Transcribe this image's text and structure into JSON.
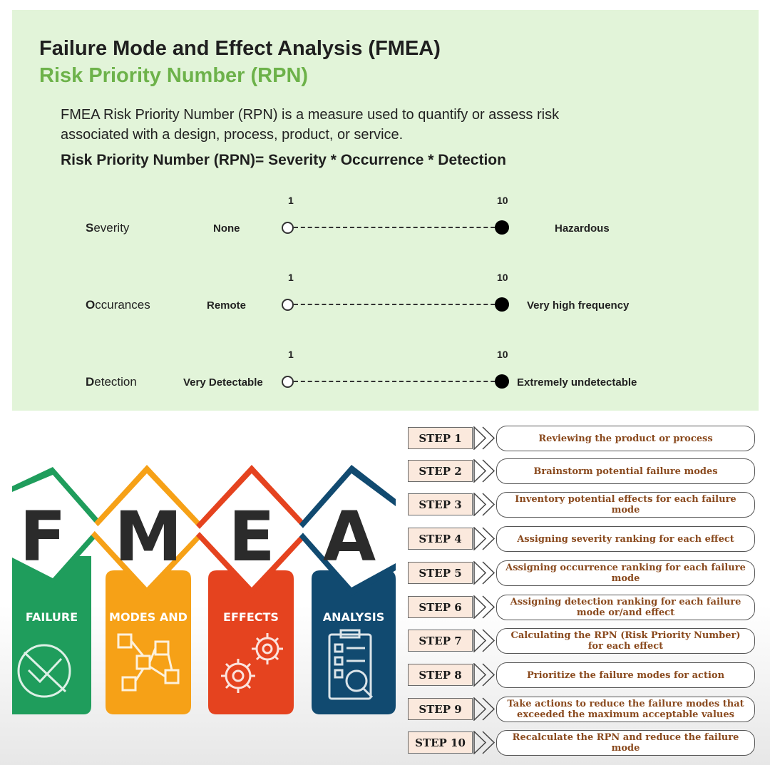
{
  "header": {
    "title": "Failure Mode and Effect Analysis (FMEA)",
    "subtitle": "Risk Priority Number (RPN)",
    "description_line1": "FMEA Risk Priority Number (RPN) is a measure used to quantify or assess risk",
    "description_line2": "associated with a design, process, product, or service.",
    "formula": "Risk Priority Number (RPN)= Severity * Occurrence * Detection"
  },
  "scales": [
    {
      "cap": "S",
      "rest": "everity",
      "low": "None",
      "high": "Hazardous",
      "min": "1",
      "max": "10"
    },
    {
      "cap": "O",
      "rest": "ccurances",
      "low": "Remote",
      "high": "Very high frequency",
      "min": "1",
      "max": "10"
    },
    {
      "cap": "D",
      "rest": "etection",
      "low": "Very Detectable",
      "high": "Extremely undetectable",
      "min": "1",
      "max": "10"
    }
  ],
  "logo": {
    "letters": [
      "F",
      "M",
      "E",
      "A"
    ],
    "words": [
      "FAILURE",
      "MODES AND",
      "EFFECTS",
      "ANALYSIS"
    ],
    "colors": {
      "green": "#1f9d5c",
      "orange": "#f6a117",
      "red": "#e5431f",
      "navy": "#114a70",
      "letter": "#2b2b2b"
    }
  },
  "steps": [
    {
      "label": "STEP 1",
      "text": "Reviewing the product or process"
    },
    {
      "label": "STEP 2",
      "text": "Brainstorm potential failure modes"
    },
    {
      "label": "STEP 3",
      "text": "Inventory potential effects for each failure mode"
    },
    {
      "label": "STEP 4",
      "text": "Assigning severity ranking for each effect"
    },
    {
      "label": "STEP 5",
      "text": "Assigning occurrence ranking for each failure mode"
    },
    {
      "label": "STEP 6",
      "text": "Assigning detection ranking for each failure mode or/and effect"
    },
    {
      "label": "STEP 7",
      "text": "Calculating the RPN (Risk Priority Number) for each effect"
    },
    {
      "label": "STEP 8",
      "text": "Prioritize the failure modes for action"
    },
    {
      "label": "STEP 9",
      "text": "Take actions to reduce the failure modes that exceeded the maximum acceptable values"
    },
    {
      "label": "STEP 10",
      "text": "Recalculate the RPN and reduce the failure mode"
    }
  ]
}
